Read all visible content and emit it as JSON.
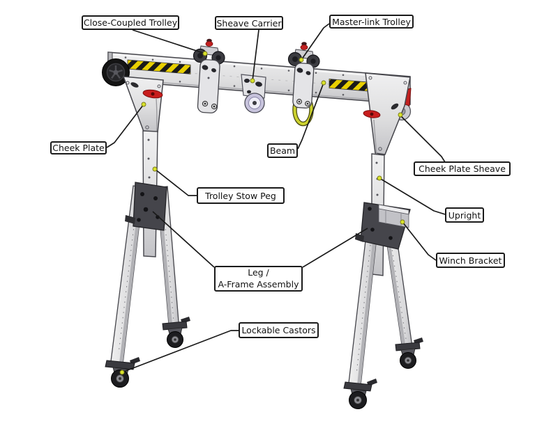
{
  "diagram": {
    "title": "Portable gantry crane parts diagram",
    "background_color": "#ffffff",
    "leader_line_color": "#1a1a1a",
    "labels": {
      "close_coupled_trolley": "Close-Coupled Trolley",
      "sheave_carrier": "Sheave Carrier",
      "master_link_trolley": "Master-link Trolley",
      "cheek_plate": "Cheek Plate",
      "beam": "Beam",
      "cheek_plate_sheave": "Cheek Plate Sheave",
      "trolley_stow_peg": "Trolley Stow Peg",
      "upright": "Upright",
      "winch_bracket": "Winch Bracket",
      "leg_aframe_line1": "Leg /",
      "leg_aframe_line2": "A-Frame Assembly",
      "lockable_castors": "Lockable Castors"
    },
    "colors": {
      "hazard_yellow": "#e8cf00",
      "hazard_black": "#1a1a1a",
      "steel_light": "#ececee",
      "steel_dark": "#c2c2c6",
      "dark_plate": "#45454b",
      "accent_red": "#c81d1d",
      "master_link_yellow": "#ccd22e",
      "anchor_dot_yellow": "#d8e22b"
    }
  }
}
